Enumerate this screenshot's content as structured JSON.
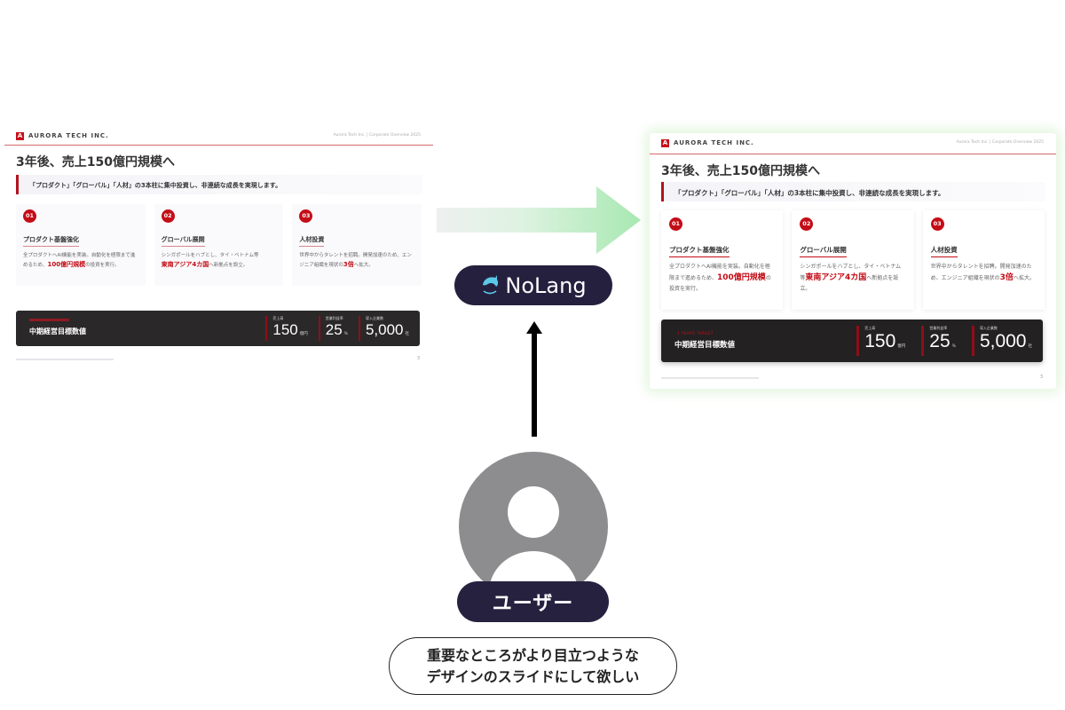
{
  "diagram": {
    "description": "User requests redesign; NoLang transforms original slide into enhanced slide",
    "colors": {
      "accent_red": "#c30d17",
      "dark_navy": "#26203f",
      "kpi_bg": "#2b2829",
      "arrow_green": "#9fe3a8",
      "avatar_gray": "#8d8c8e"
    }
  },
  "slide_before": {
    "company": "AURORA TECH INC.",
    "logo_letter": "A",
    "header_right": "Aurora Tech Inc. | Corporate Overview 2025",
    "title": "3年後、売上150億円規模へ",
    "lead": "「プロダクト」「グローバル」「人材」の3本柱に集中投資し、非連続な成長を実現します。",
    "cards": [
      {
        "num": "01",
        "title": "プロダクト基盤強化",
        "body_pre": "全プロダクトへAI機能を実装。自動化を極限まで進めるため、",
        "emphasis": "100億円規模",
        "body_post": "の投資を実行。"
      },
      {
        "num": "02",
        "title": "グローバル展開",
        "body_pre": "シンガポールをハブとし、タイ・ベトナム等",
        "emphasis": "東南アジア4カ国",
        "body_post": "へ新拠点を設立。"
      },
      {
        "num": "03",
        "title": "人材投資",
        "body_pre": "世界中からタレントを招聘。開発加速のため、エンジニア組織を現状の",
        "emphasis": "3倍",
        "body_post": "へ拡大。"
      }
    ],
    "kpi": {
      "tag": "",
      "title": "中期経営目標数値",
      "items": [
        {
          "label": "売上高",
          "value": "150",
          "unit": "億円"
        },
        {
          "label": "営業利益率",
          "value": "25",
          "unit": "%"
        },
        {
          "label": "導入企業数",
          "value": "5,000",
          "unit": "社"
        }
      ]
    },
    "page": "3"
  },
  "slide_after": {
    "company": "AURORA TECH INC.",
    "logo_letter": "A",
    "header_right": "Aurora Tech Inc. | Corporate Overview 2025",
    "title": "3年後、売上150億円規模へ",
    "lead": "「プロダクト」「グローバル」「人材」の3本柱に集中投資し、非連続な成長を実現します。",
    "cards": [
      {
        "num": "01",
        "title": "プロダクト基盤強化",
        "body_pre": "全プロダクトへAI機能を実装。自動化を極限まで進めるため、",
        "emphasis": "100億円規模",
        "body_post": "の投資を実行。"
      },
      {
        "num": "02",
        "title": "グローバル展開",
        "body_pre": "シンガポールをハブとし、タイ・ベトナム等",
        "emphasis": "東南アジア4カ国",
        "body_post": "へ新拠点を設立。"
      },
      {
        "num": "03",
        "title": "人材投資",
        "body_pre": "世界中からタレントを招聘。開発加速のため、エンジニア組織を現状の",
        "emphasis": "3倍",
        "body_post": "へ拡大。"
      }
    ],
    "kpi": {
      "tag": "3 YEARS TARGET",
      "title": "中期経営目標数値",
      "items": [
        {
          "label": "売上高",
          "value": "150",
          "unit": "億円"
        },
        {
          "label": "営業利益率",
          "value": "25",
          "unit": "%"
        },
        {
          "label": "導入企業数",
          "value": "5,000",
          "unit": "社"
        }
      ]
    },
    "page": "3"
  },
  "nolang": {
    "label": "NoLang",
    "icon": "dolphin-icon"
  },
  "user": {
    "label": "ユーザー",
    "icon": "user-avatar-icon"
  },
  "request": {
    "line1": "重要なところがより目立つような",
    "line2": "デザインのスライドにして欲しい"
  }
}
